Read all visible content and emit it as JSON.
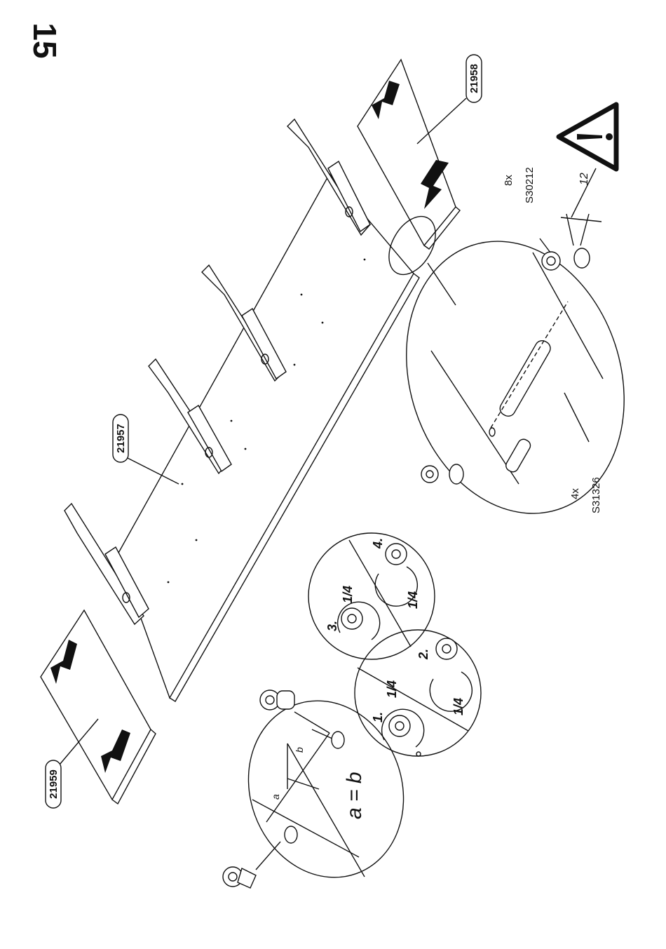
{
  "step": {
    "number": "15"
  },
  "parts": {
    "p21957": "21957",
    "p21958": "21958",
    "p21959": "21959"
  },
  "fittings": {
    "cam_count": "8x",
    "cam_code": "S30212",
    "dowel_count": "4x",
    "dowel_code": "S31326",
    "dimension": "12"
  },
  "formula": "a = b",
  "dim_a": "a",
  "dim_b": "b",
  "turns": {
    "s1": "1.",
    "s2": "2.",
    "s3": "3.",
    "s4": "4.",
    "q1": "1/4",
    "q2": "1/4",
    "q3": "1/4",
    "q4": "1/4"
  },
  "warning_icon": "warning-triangle-icon"
}
